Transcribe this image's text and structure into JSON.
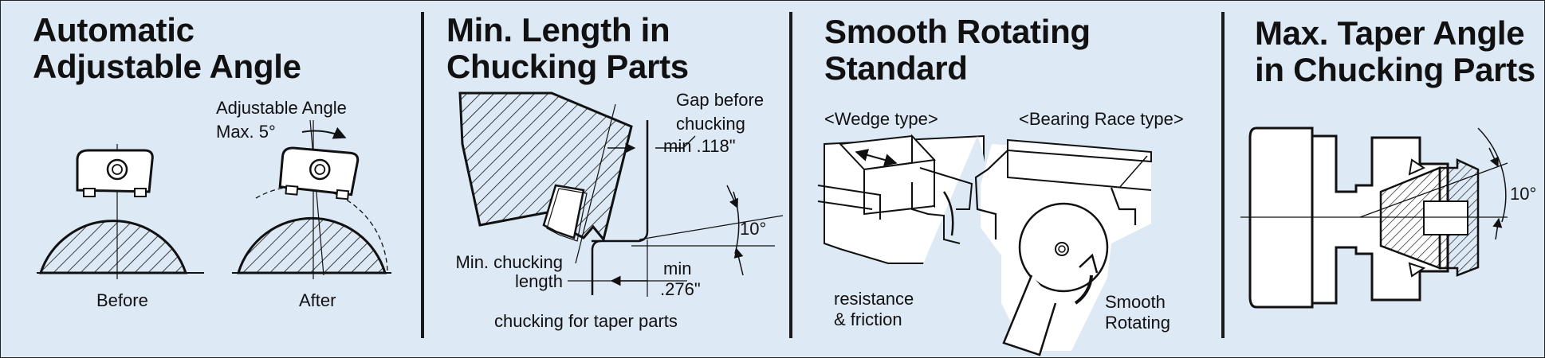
{
  "panels": [
    {
      "title_line1": "Automatic",
      "title_line2": "Adjustable Angle",
      "labels": {
        "adjustable_angle": "Adjustable Angle",
        "max_angle": "Max. 5°",
        "before": "Before",
        "after": "After"
      }
    },
    {
      "title_line1": "Min. Length in",
      "title_line2": "Chucking Parts",
      "labels": {
        "gap_line1": "Gap before",
        "gap_line2": "chucking",
        "gap_line3": "min .118\"",
        "angle": "10°",
        "min_chucking_line1": "Min. chucking",
        "min_chucking_line2": "length",
        "min_line1": "min",
        "min_line2": ".276\"",
        "caption": "chucking for taper parts"
      }
    },
    {
      "title_line1": "Smooth Rotating",
      "title_line2": "Standard",
      "labels": {
        "wedge_type": "<Wedge type>",
        "bearing_type": "<Bearing Race type>",
        "resistance_line1": "resistance",
        "resistance_line2": "& friction",
        "smooth_line1": "Smooth",
        "smooth_line2": "Rotating"
      }
    },
    {
      "title_line1": "Max. Taper Angle",
      "title_line2": "in Chucking Parts",
      "labels": {
        "angle": "10°"
      }
    }
  ],
  "colors": {
    "background": "#dde9f4",
    "ink": "#111111",
    "divider": "#1a1a1a"
  }
}
